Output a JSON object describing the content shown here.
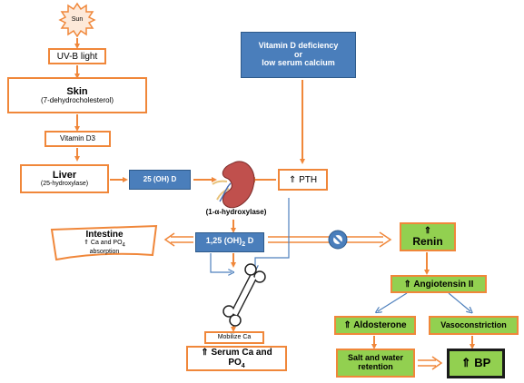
{
  "nodes": {
    "sun": "Sun",
    "uvb": "UV-B light",
    "skin_title": "Skin",
    "skin_sub": "(7-dehydrocholesterol)",
    "vitd3": "Vitamin D3",
    "liver_title": "Liver",
    "liver_sub": "(25-hydroxylase)",
    "oh25": "25 (OH) D",
    "alpha": "(1-α-hydroxylase)",
    "oh125_pre": "1,25 (OH)",
    "oh125_sub": "2",
    "oh125_post": " D",
    "deficiency": "Vitamin D deficiency\nor\nlow serum calcium",
    "pth": "⇑ PTH",
    "intestine_title": "Intestine",
    "intestine_l1_pre": "⇑ Ca and PO",
    "intestine_l1_sub": "4",
    "intestine_l2": "absorption",
    "mobilize": "Mobilize Ca",
    "serum_l1": "⇑ Serum Ca and",
    "serum_l2_pre": "PO",
    "serum_l2_sub": "4",
    "renin_arrow": "⇑",
    "renin": "Renin",
    "angiotensin": "⇑ Angiotensin II",
    "aldosterone": "⇑ Aldosterone",
    "vasoconstriction": "Vasoconstriction",
    "salt_water": "Salt and water\nretention",
    "bp": "⇑ BP"
  },
  "icons": [
    "sun-icon",
    "kidney-icon",
    "bone-icon",
    "inhibition-icon"
  ],
  "colors": {
    "orange": "#f0873a",
    "blue_box": "#4a7ebb",
    "green_box": "#92d050",
    "blue_line": "#4f81bd"
  }
}
